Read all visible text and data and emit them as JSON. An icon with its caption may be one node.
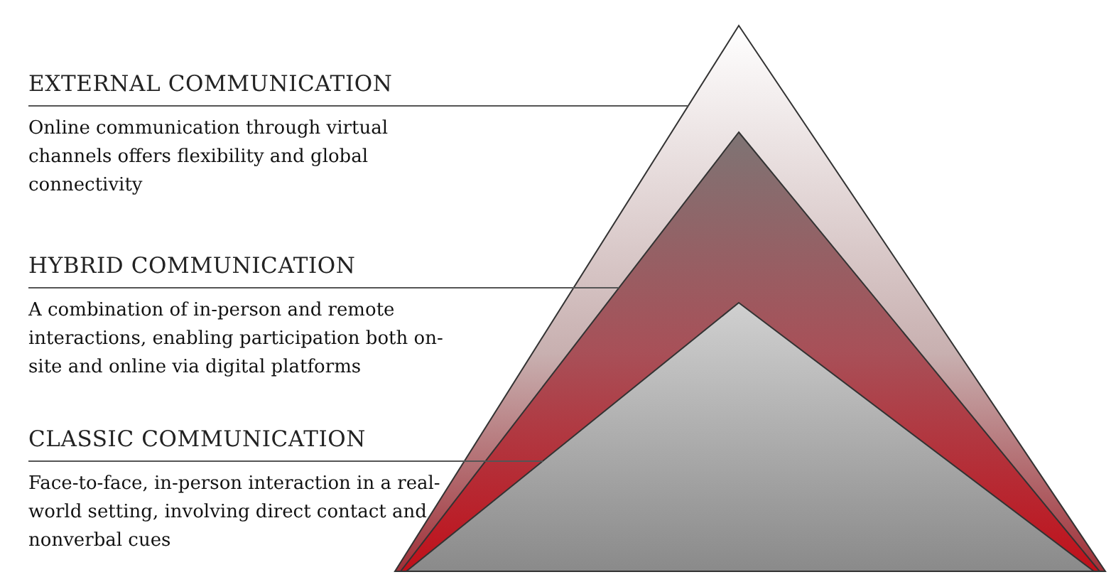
{
  "diagram": {
    "nodes": [
      {
        "text": [
          "EXTERNAL COMMUNICATION",
          "Online communication through virtual channels offers flexibility and global connectivity"
        ]
      },
      {
        "text": [
          "HYBRID COMMUNICATION",
          "A combination of in-person and remote interactions, enabling participation both on-site and online via digital platforms"
        ]
      },
      {
        "text": [
          "CLASSIC COMMUNICATION",
          "Face-to-face, in-person interaction in a real-world setting, involving direct contact and nonverbal cues"
        ]
      },
      {
        "text": [],
        "shape": "triangle"
      },
      {
        "text": [],
        "shape": "triangle",
        "in": 3
      },
      {
        "text": [],
        "shape": "triangle",
        "in": 4
      }
    ],
    "edges": [
      {
        "from": 0,
        "to": 3,
        "arrow": "none"
      },
      {
        "from": 1,
        "to": 4,
        "arrow": "none"
      },
      {
        "from": 2,
        "to": 5,
        "arrow": "none"
      }
    ]
  }
}
